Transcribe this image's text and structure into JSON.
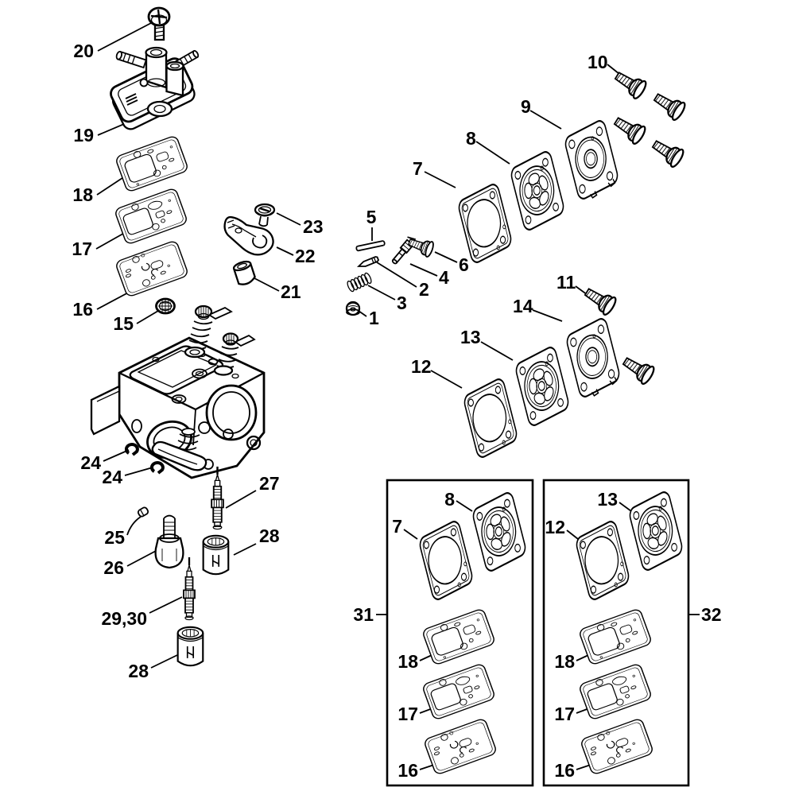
{
  "diagram": {
    "colors": {
      "line": "#000000",
      "background": "#ffffff"
    },
    "callouts": [
      "20",
      "19",
      "18",
      "17",
      "16",
      "15",
      "24",
      "24",
      "25",
      "26",
      "27",
      "28",
      "29,30",
      "28",
      "23",
      "22",
      "21",
      "5",
      "4",
      "6",
      "2",
      "3",
      "1",
      "10",
      "9",
      "8",
      "7",
      "11",
      "14",
      "13",
      "12",
      "31",
      "32",
      "8",
      "7",
      "18",
      "17",
      "16",
      "13",
      "12",
      "18",
      "17",
      "16"
    ]
  }
}
